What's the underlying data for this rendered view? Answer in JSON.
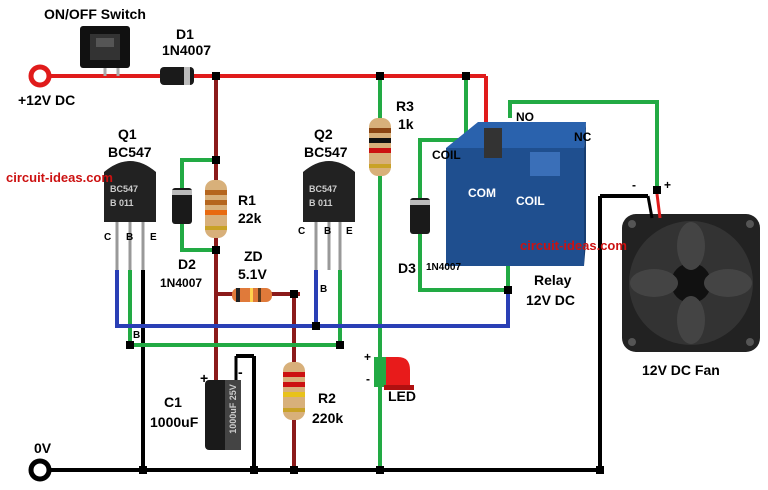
{
  "labels": {
    "switch": "ON/OFF Switch",
    "d1_name": "D1",
    "d1_part": "1N4007",
    "supply": "+12V DC",
    "q1_name": "Q1",
    "q1_part": "BC547",
    "q2_name": "Q2",
    "q2_part": "BC547",
    "watermark_left": "circuit-ideas.com",
    "watermark_relay": "circuit-ideas.com",
    "r1_name": "R1",
    "r1_value": "22k",
    "r3_name": "R3",
    "r3_value": "1k",
    "d2_name": "D2",
    "d2_part": "1N4007",
    "zd_name": "ZD",
    "zd_value": "5.1V",
    "d3_name": "D3",
    "d3_part": "1N4007",
    "c1_name": "C1",
    "c1_value": "1000uF",
    "r2_name": "R2",
    "r2_value": "220k",
    "led": "LED",
    "relay_name": "Relay",
    "relay_rating": "12V DC",
    "fan": "12V DC Fan",
    "ground": "0V",
    "relay_no": "NO",
    "relay_nc": "NC",
    "relay_coil_top": "COIL",
    "relay_com": "COM",
    "relay_coil_bottom": "COIL",
    "q1_c": "C",
    "q1_b": "B",
    "q1_e": "E",
    "q2_c": "C",
    "q2_b": "B",
    "q2_e": "E",
    "q1_body_line1": "BC547",
    "q1_body_line2": "B 011",
    "q2_body_line1": "BC547",
    "q2_body_line2": "B 011",
    "q1_base_mark": "B",
    "q2_base_mark": "B",
    "c1_plus": "+",
    "c1_minus": "-",
    "led_plus": "+",
    "led_minus": "-",
    "fan_minus": "-",
    "fan_plus": "+",
    "cap_body": "1000uF 25V"
  },
  "colors": {
    "positive_wire": "#e01b1b",
    "ground_wire": "#000000",
    "green_wire": "#22aa44",
    "blue_wire": "#2a3fb5",
    "maroon_wire": "#8b1a1a",
    "relay_body": "#1f4f8f",
    "fan_body": "#222222",
    "watermark": "#cc1111"
  }
}
